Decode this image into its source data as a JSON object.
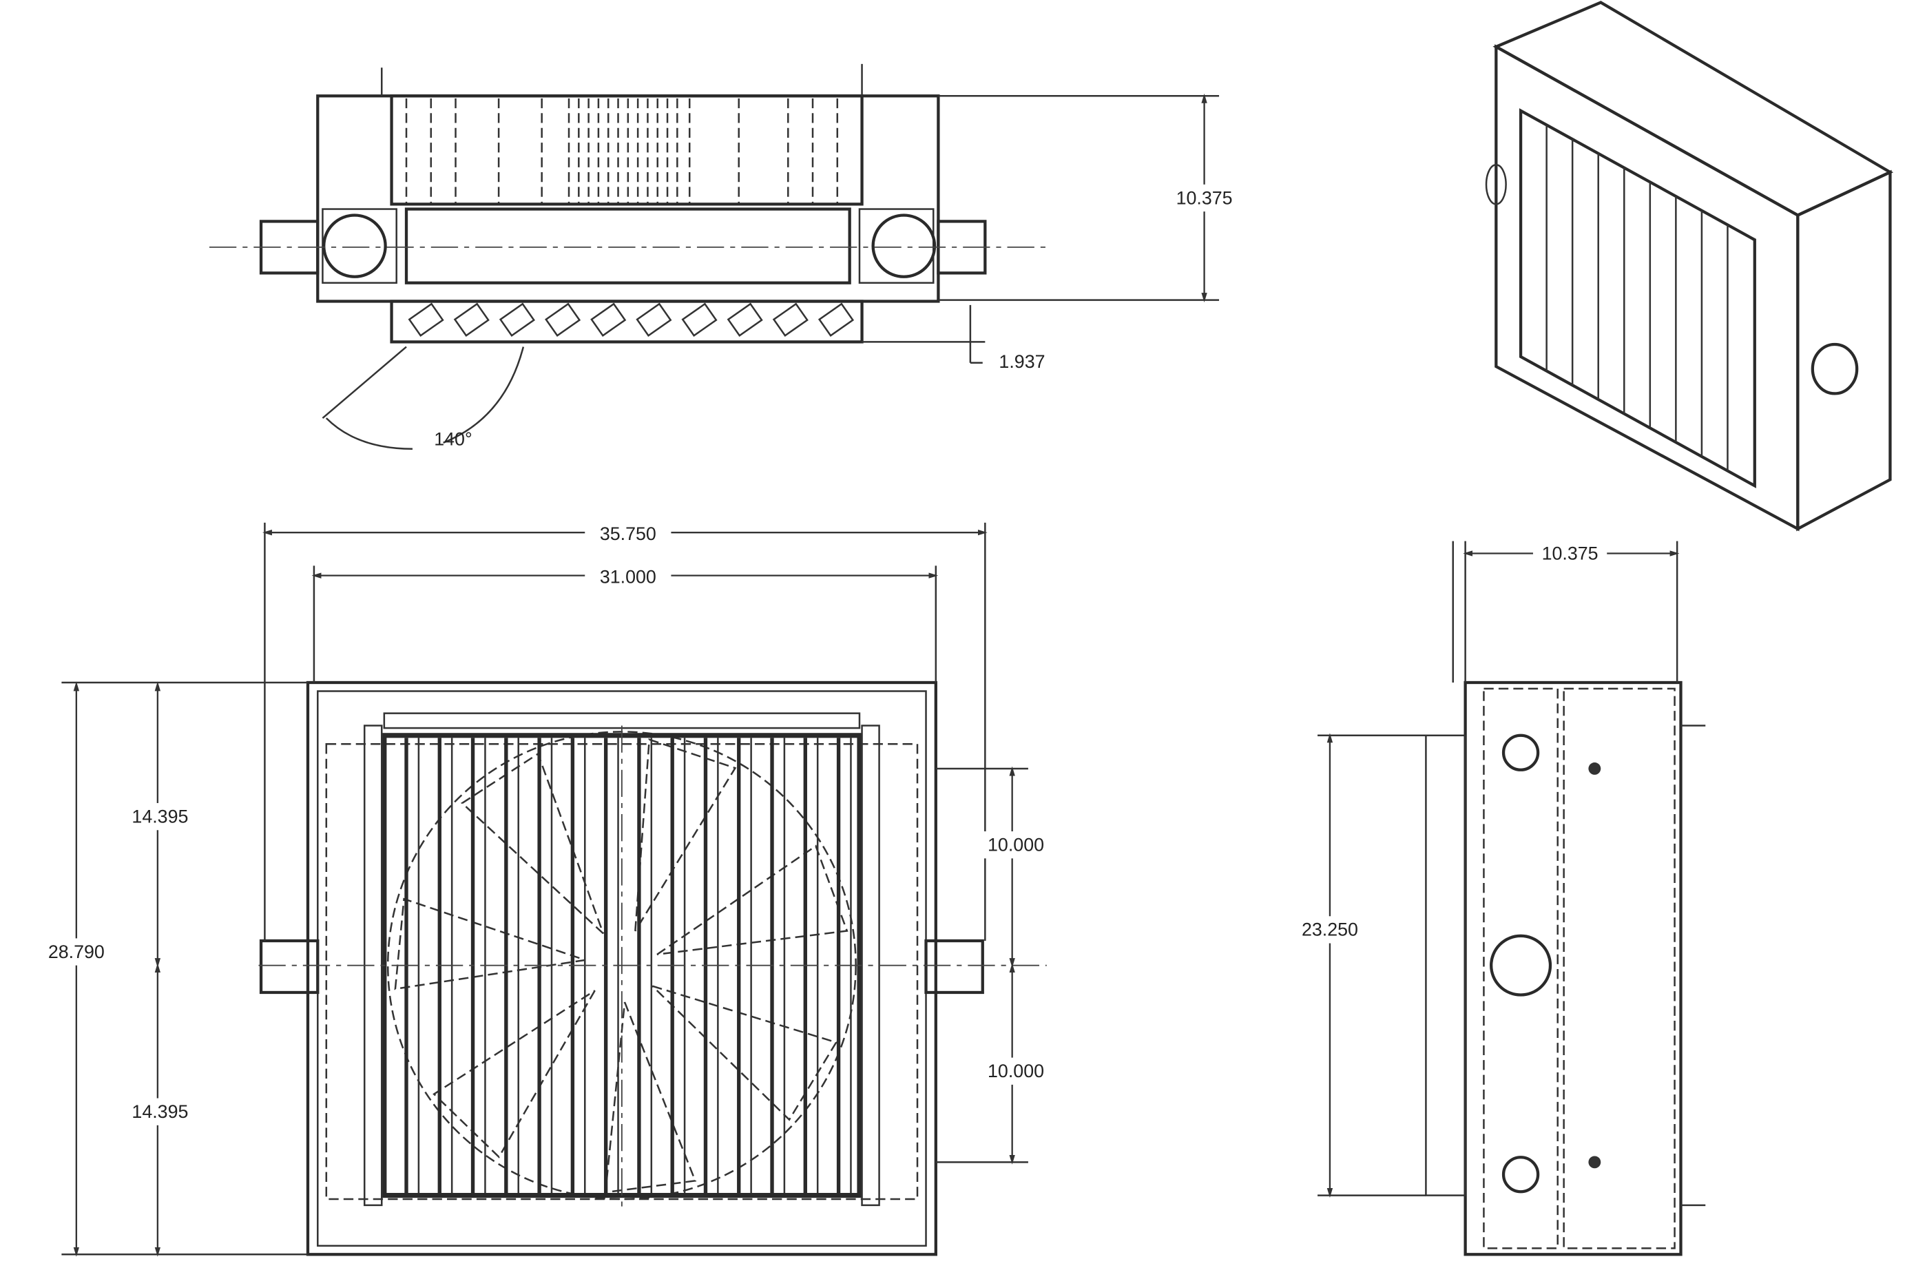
{
  "top_view": {
    "height_dim": "10.375",
    "louver_dim": "1.937",
    "angle": "140°"
  },
  "front_view": {
    "overall_width": "35.750",
    "inner_width": "31.000",
    "overall_height": "28.790",
    "half_height_top": "14.395",
    "half_height_bottom": "14.395",
    "upper_offset": "10.000",
    "lower_offset": "10.000"
  },
  "side_view": {
    "depth_dim": "10.375",
    "height_dim": "23.250"
  }
}
